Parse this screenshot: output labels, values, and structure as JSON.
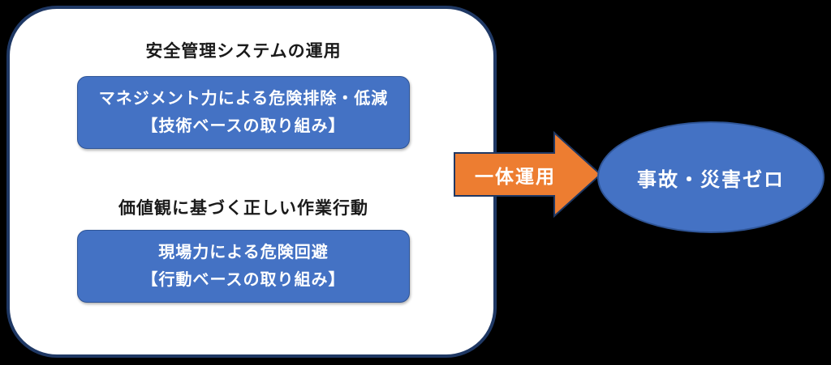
{
  "colors": {
    "background": "#000000",
    "container_fill": "#ffffff",
    "container_border": "#1f3864",
    "box_fill": "#4472c4",
    "box_border": "#2f5597",
    "box_text": "#ffffff",
    "heading_text": "#1a1a1a",
    "arrow_fill": "#ed7d31",
    "arrow_border": "#1f3864",
    "arrow_text": "#ffffff",
    "ellipse_fill": "#4472c4",
    "ellipse_border": "#2f5597",
    "ellipse_text": "#ffffff"
  },
  "diagram": {
    "group1": {
      "heading": "安全管理システムの運用",
      "box": {
        "line1": "マネジメント力による危険排除・低減",
        "line2": "【技術ベースの取り組み】"
      }
    },
    "group2": {
      "heading": "価値観に基づく正しい作業行動",
      "box": {
        "line1": "現場力による危険回避",
        "line2": "【行動ベースの取り組み】"
      }
    },
    "arrow": {
      "label": "一体運用"
    },
    "result": {
      "label": "事故・災害ゼロ"
    }
  }
}
